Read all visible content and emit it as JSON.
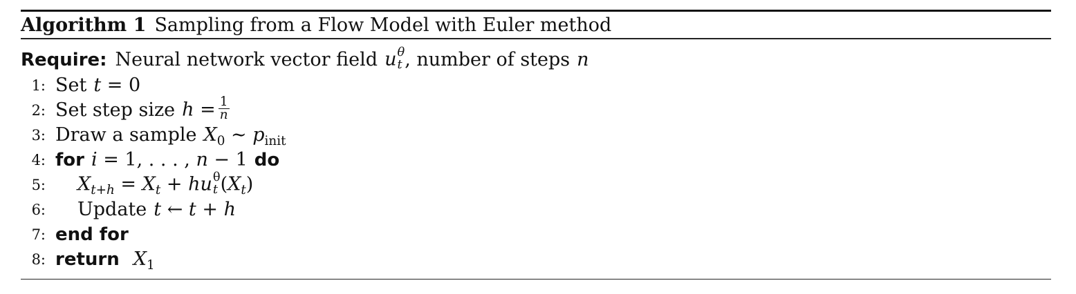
{
  "algorithm": {
    "label": "Algorithm 1",
    "title": "Sampling from a Flow Model with Euler method",
    "require_keyword": "Require:",
    "require_text": "Neural network vector field",
    "require_text_2": ", number of steps",
    "lines": [
      {
        "number": "1:",
        "text": "Set"
      },
      {
        "number": "2:",
        "text": "Set step size"
      },
      {
        "number": "3:",
        "text": "Draw a sample"
      },
      {
        "number": "4:",
        "keyword": "for",
        "keyword_end": "do"
      },
      {
        "number": "5:"
      },
      {
        "number": "6:",
        "text": "Update"
      },
      {
        "number": "7:",
        "keyword": "end for"
      },
      {
        "number": "8:",
        "keyword": "return"
      }
    ]
  }
}
